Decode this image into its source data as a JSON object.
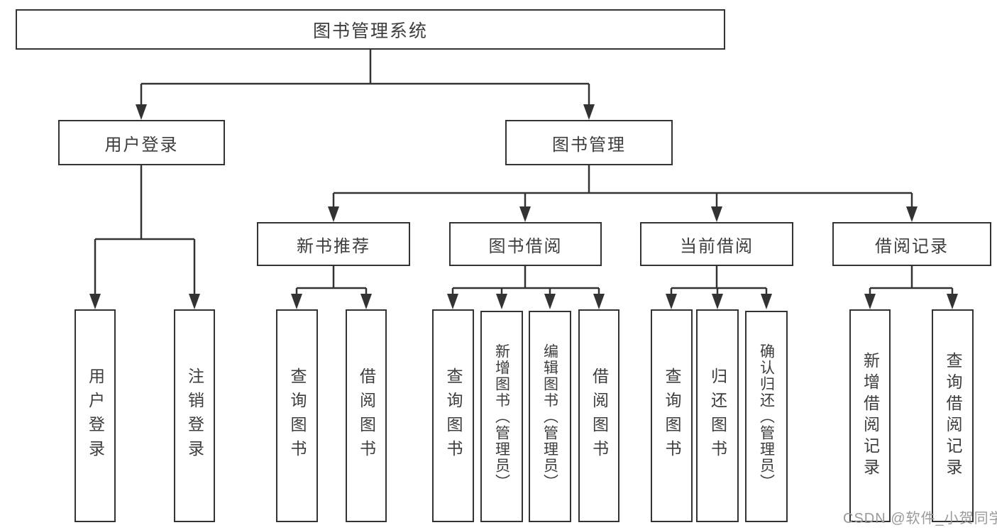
{
  "diagram": {
    "nodes": {
      "root": "图书管理系统",
      "user_login": "用户登录",
      "book_mgmt": "图书管理",
      "new_book_rec": "新书推荐",
      "book_borrow": "图书借阅",
      "current_borrow": "当前借阅",
      "borrow_record": "借阅记录",
      "ul_login": "用户登录",
      "ul_logout": "注销登录",
      "nb_query_book": "查询图书",
      "nb_borrow_book": "借阅图书",
      "bb_query_book": "查询图书",
      "bb_add_book": "新增图书（管理员）",
      "bb_edit_book": "编辑图书（管理员）",
      "bb_borrow_book": "借阅图书",
      "cb_query_book": "查询图书",
      "cb_return_book": "归还图书",
      "cb_confirm_return": "确认归还（管理员）",
      "br_add_record": "新增借阅记录",
      "br_query_record": "查询借阅记录"
    }
  },
  "watermark": {
    "text": "CSDN @软件_小贺同学"
  },
  "colors": {
    "line": "#333333",
    "text": "#3d3d3d",
    "watermark": "#9a9a9a",
    "background": "#ffffff"
  }
}
